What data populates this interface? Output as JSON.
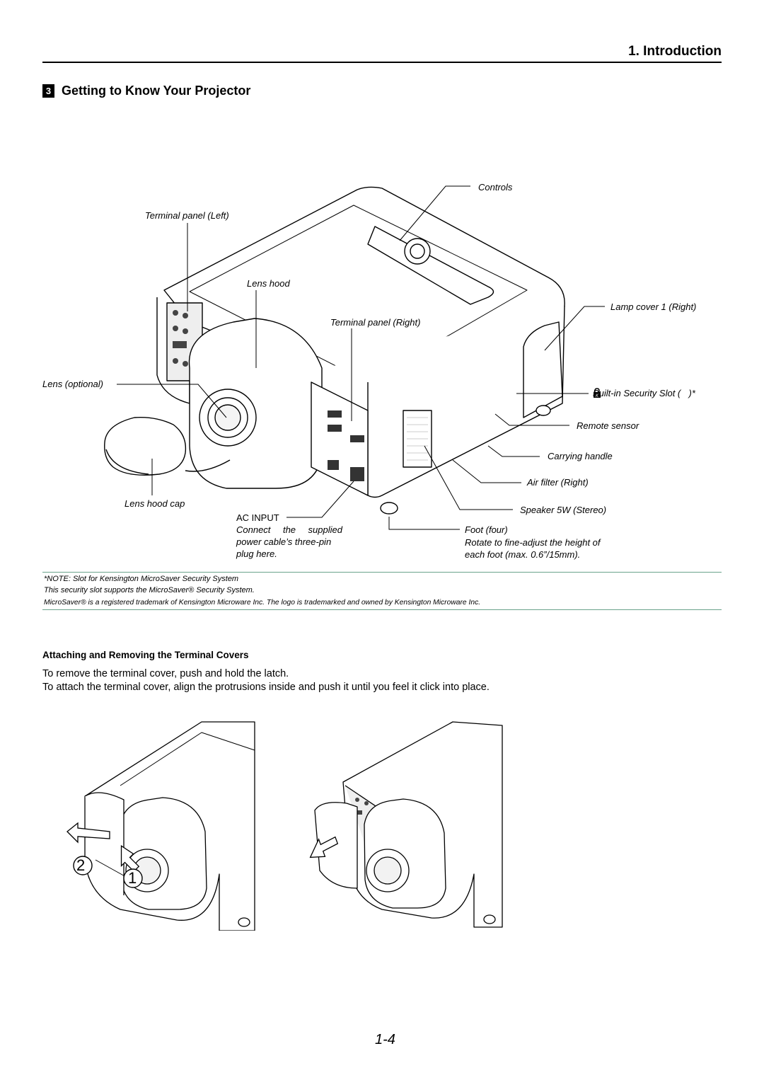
{
  "header": {
    "chapter_title": "1. Introduction"
  },
  "section": {
    "marker": "3",
    "title": "Getting to Know Your Projector"
  },
  "diagram_labels": {
    "controls": "Controls",
    "terminal_panel_left": "Terminal panel (Left)",
    "lens_hood": "Lens hood",
    "terminal_panel_right": "Terminal panel (Right)",
    "lamp_cover": "Lamp cover 1 (Right)",
    "lens_optional": "Lens (optional)",
    "security_slot": "Built-in Security Slot (",
    "security_slot_suffix": ")*",
    "remote_sensor": "Remote sensor",
    "carrying_handle": "Carrying handle",
    "air_filter": "Air filter (Right)",
    "speaker": "Speaker 5W (Stereo)",
    "lens_hood_cap": "Lens hood cap",
    "ac_input": "AC INPUT",
    "ac_input_desc_1": "Connect the supplied",
    "ac_input_desc_2": "power cable’s three-pin",
    "ac_input_desc_3": "plug here.",
    "foot": "Foot (four)",
    "foot_desc_1": "Rotate to fine-adjust the height of",
    "foot_desc_2": "each foot (max. 0.6”/15mm)."
  },
  "note": {
    "line1": "*NOTE: Slot for Kensington MicroSaver Security System",
    "line2": "This security slot supports the MicroSaver® Security System.",
    "line3": "MicroSaver® is a registered trademark of Kensington Microware Inc. The logo is trademarked and owned by Kensington Microware Inc."
  },
  "terminal_covers": {
    "heading": "Attaching and Removing the Terminal Covers",
    "remove_text": "To remove the terminal cover, push and hold the latch.",
    "attach_text": "To attach the terminal cover, align the protrusions inside and push it until you feel it click into place.",
    "step_2": "2",
    "step_1": "1"
  },
  "footer": {
    "page_number": "1-4"
  }
}
